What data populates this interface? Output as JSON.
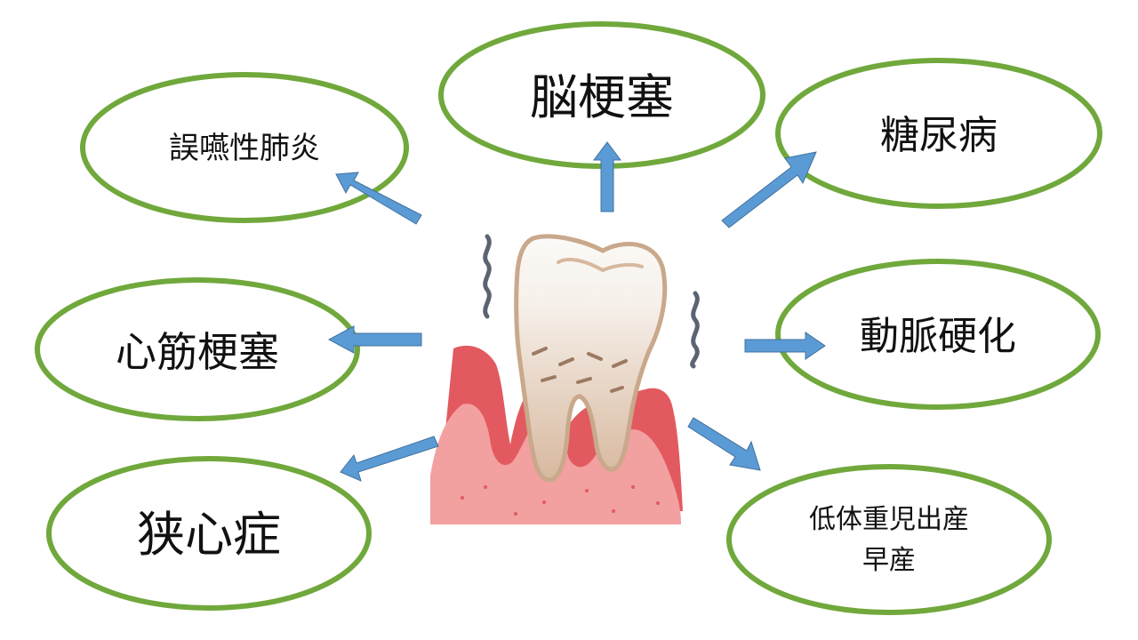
{
  "colors": {
    "ellipse_stroke": "#70a83c",
    "arrow_fill": "#5b9bd5",
    "arrow_stroke": "#41719c",
    "gum": "#f2a0a0",
    "gum_dark": "#e25a5f",
    "tooth_top": "#fbfaf7",
    "tooth_bottom": "#d7b89e",
    "tooth_outline": "#c9a88b",
    "squiggle": "#5a6472"
  },
  "center": {
    "icon": "diseased-tooth-with-receding-gums-icon"
  },
  "conditions": {
    "aspiration_pneumonia": "誤嚥性肺炎",
    "cerebral_infarction": "脳梗塞",
    "diabetes": "糖尿病",
    "myocardial_infarction": "心筋梗塞",
    "arteriosclerosis": "動脈硬化",
    "angina": "狭心症",
    "low_birth_weight": "低体重児出産",
    "premature_birth": "早産"
  }
}
